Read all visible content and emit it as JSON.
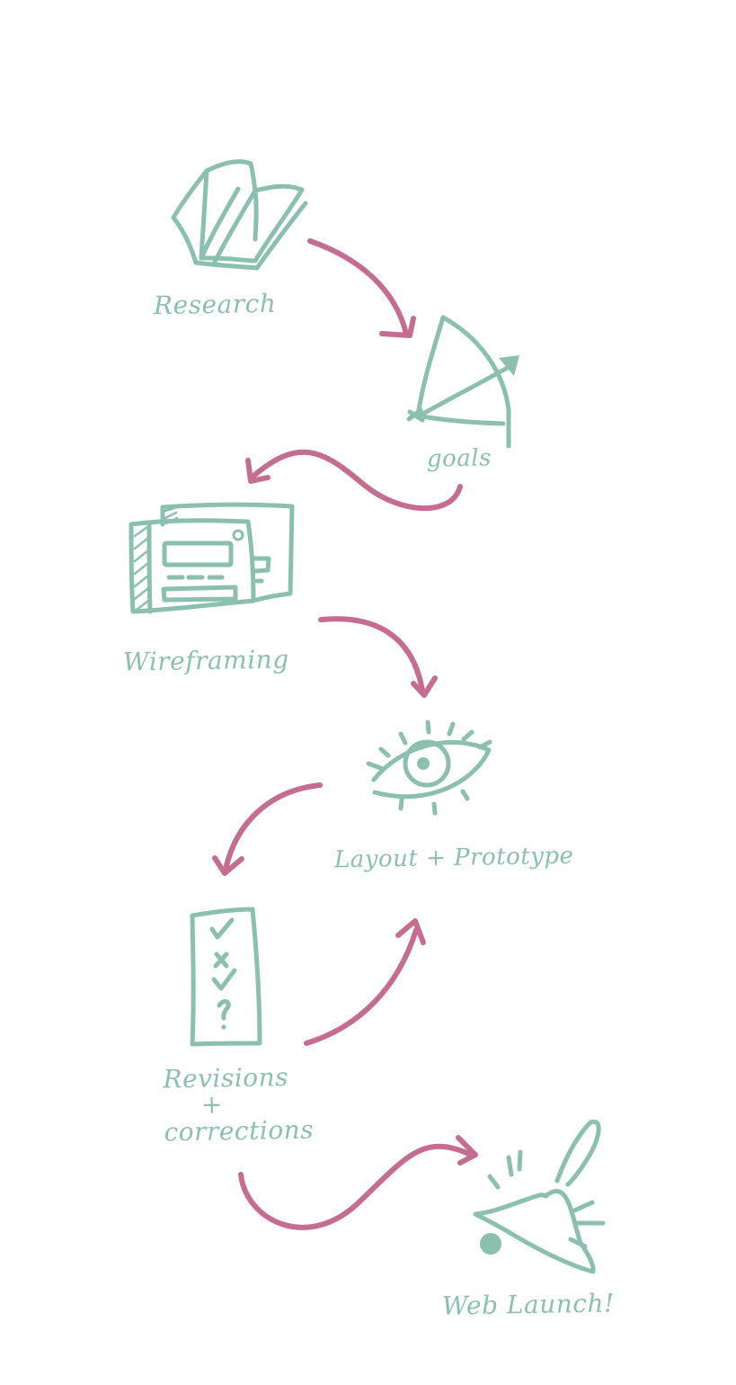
{
  "colors": {
    "teal": "#8bbfb0",
    "pink": "#c56c91",
    "background": "#ffffff"
  },
  "stages": [
    {
      "label": "Research",
      "icon": "book-icon"
    },
    {
      "label": "goals",
      "icon": "bow-and-arrow-icon"
    },
    {
      "label": "Wireframing",
      "icon": "wireframe-icon"
    },
    {
      "label": "Layout + Prototype",
      "icon": "eye-icon"
    },
    {
      "label_line1": "Revisions",
      "label_line2": "+",
      "label_line3": "corrections",
      "icon": "checklist-icon"
    },
    {
      "label": "Web Launch!",
      "icon": "bell-icon"
    }
  ]
}
